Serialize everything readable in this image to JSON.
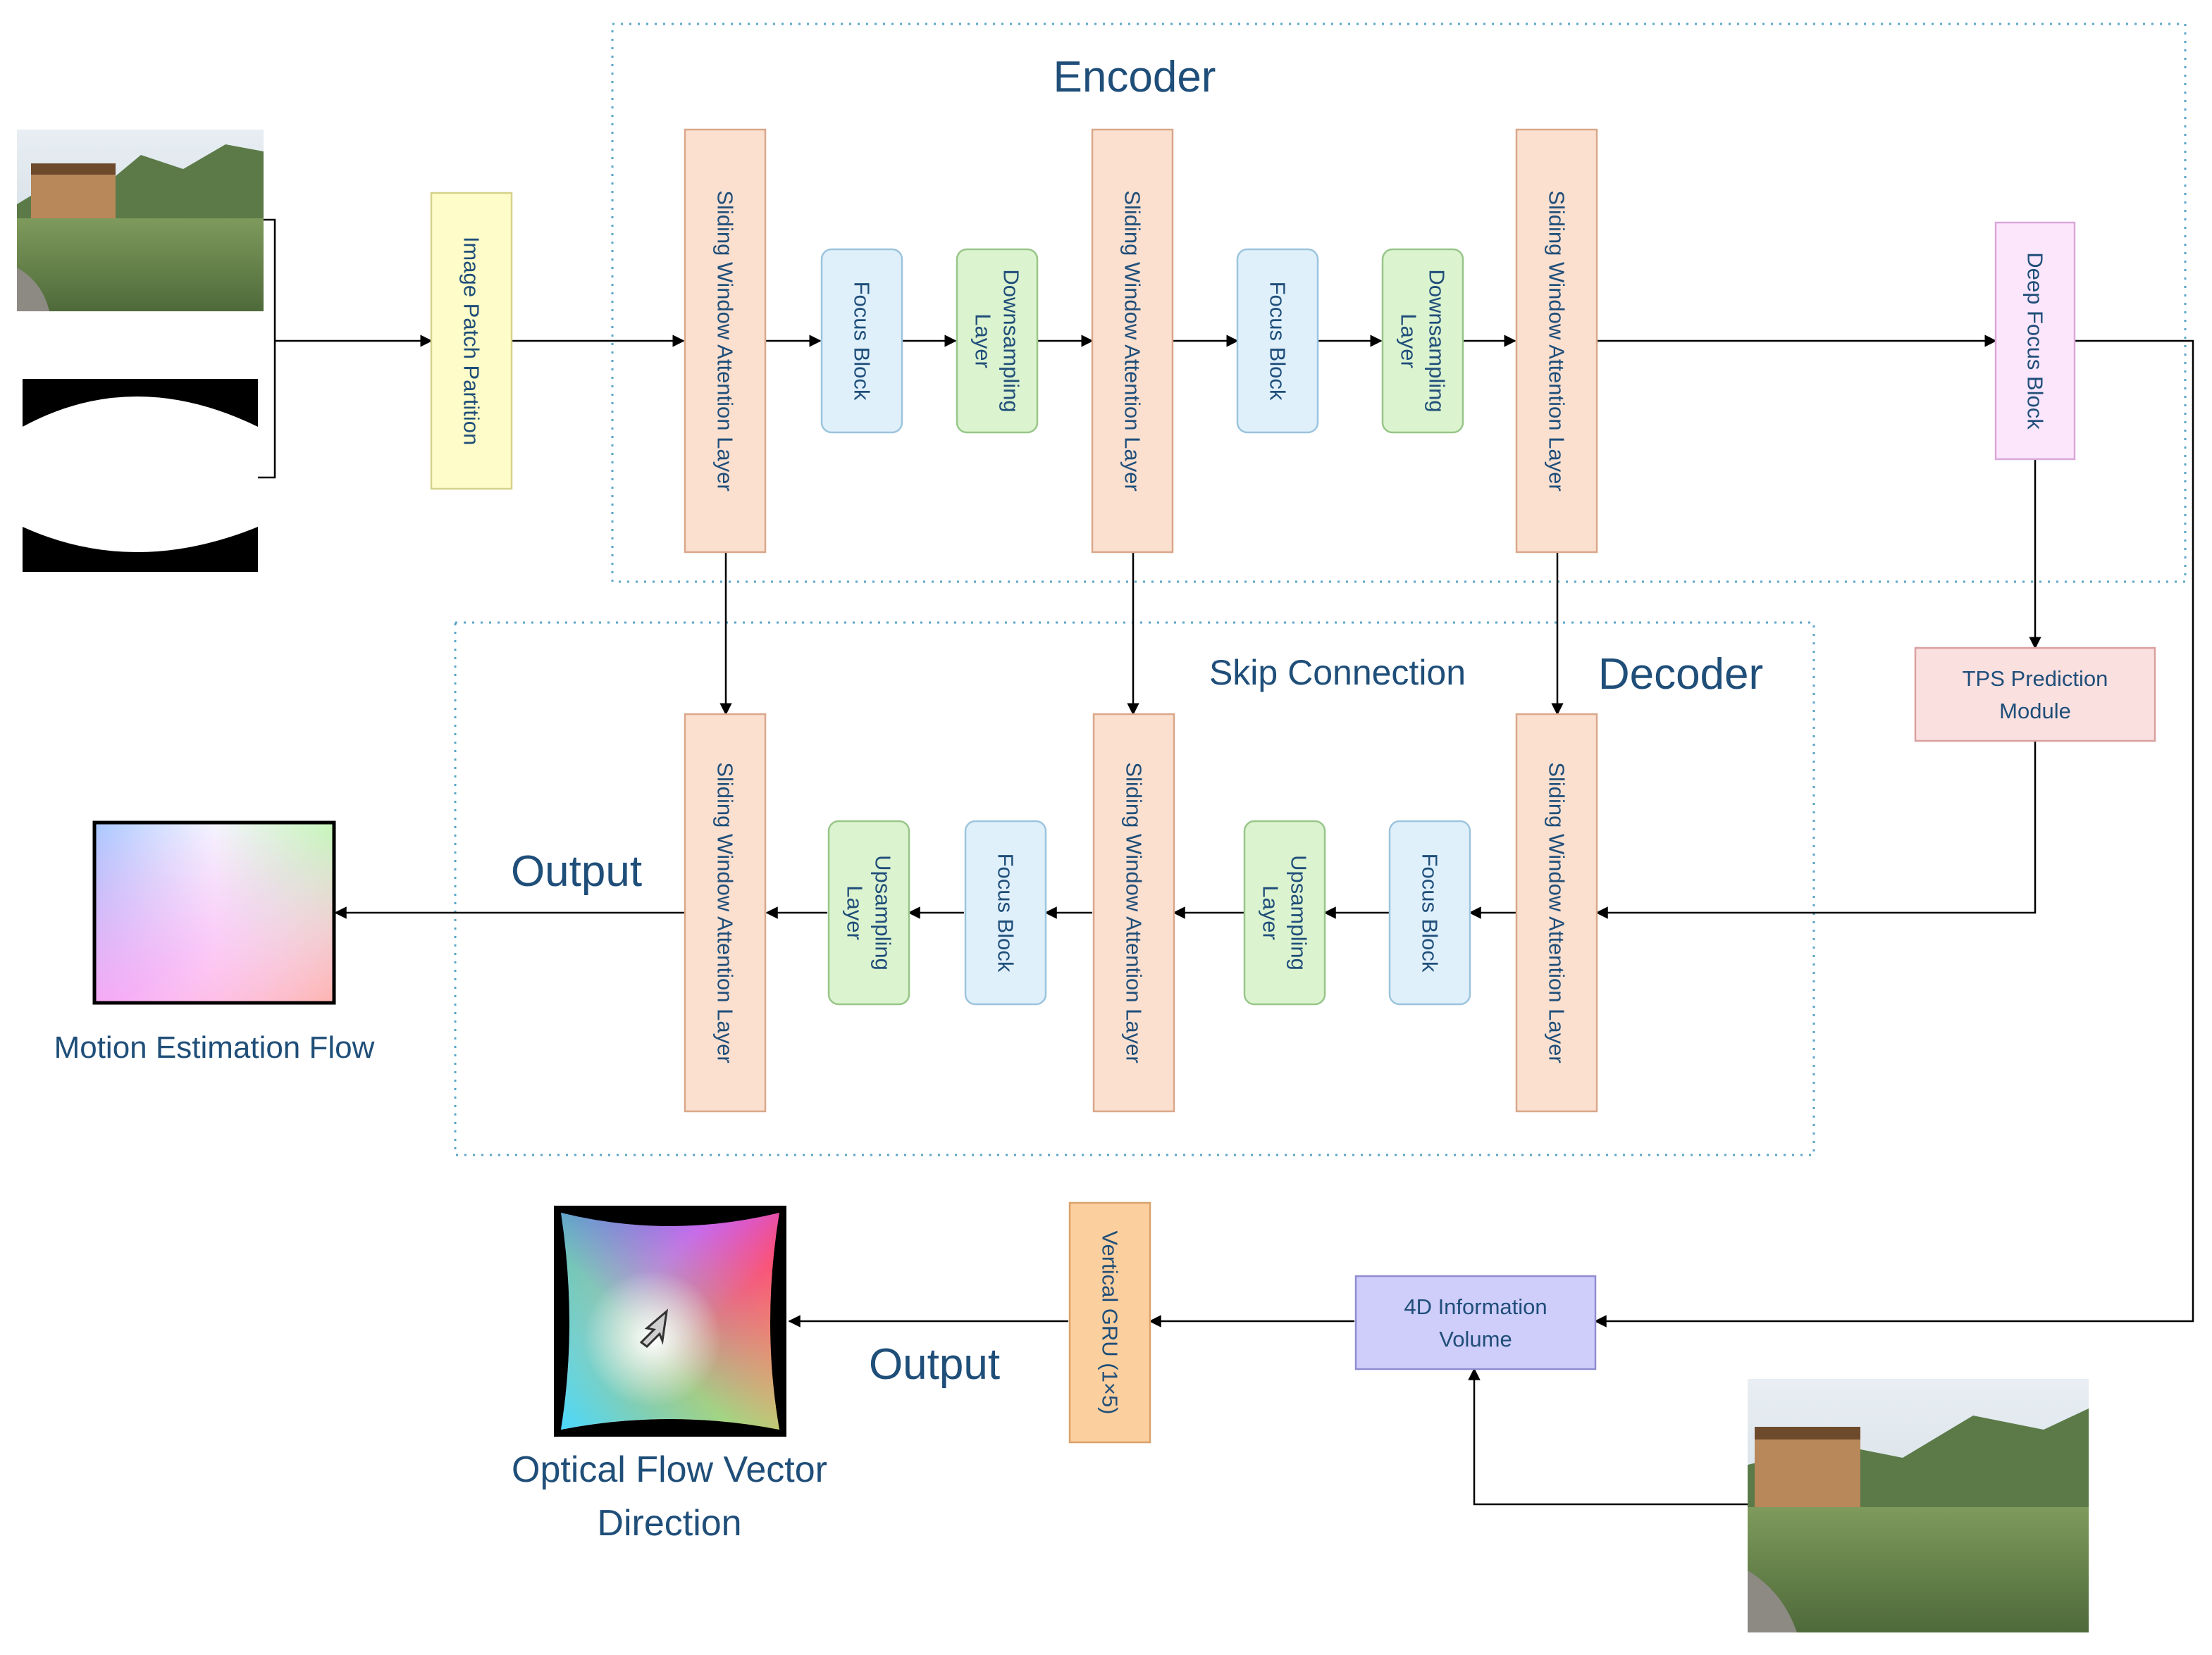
{
  "labels": {
    "encoder": "Encoder",
    "decoder": "Decoder",
    "skip_connection": "Skip Connection",
    "output_decoder": "Output",
    "output_flow": "Output",
    "motion_estimation_flow": "Motion Estimation Flow",
    "optical_flow_line1": "Optical Flow Vector",
    "optical_flow_line2": "Direction"
  },
  "blocks": {
    "image_patch_partition": "Image Patch Partition",
    "swa_layer": "Sliding Window Attention Layer",
    "focus_block": "Focus Block",
    "downsampling_line1": "Downsampling",
    "downsampling_line2": "Layer",
    "upsampling_line1": "Upsampling",
    "upsampling_line2": "Layer",
    "deep_focus_block": "Deep Focus Block",
    "tps_line1": "TPS Prediction",
    "tps_line2": "Module",
    "info_volume_line1": "4D Information",
    "info_volume_line2": "Volume",
    "vertical_gru": "Vertical GRU (1×5)"
  },
  "colors": {
    "text": "#1f4e79",
    "swa_fill": "#fbe0d0",
    "swa_stroke": "#d9a78a",
    "patch_fill": "#fefcc8",
    "patch_stroke": "#d6d28a",
    "focus_fill": "#dff0fb",
    "focus_stroke": "#9cc4dd",
    "sampling_fill": "#dcf3d0",
    "sampling_stroke": "#97c688",
    "deep_focus_fill": "#fbe6fb",
    "deep_focus_stroke": "#d9a7d9",
    "tps_fill": "#fbe0e0",
    "tps_stroke": "#d9a0a0",
    "info_fill": "#cfcdfa",
    "info_stroke": "#8f8cd0",
    "gru_fill": "#fccf9e",
    "gru_stroke": "#d9a26c",
    "dotted_border": "#5aa6c8"
  }
}
